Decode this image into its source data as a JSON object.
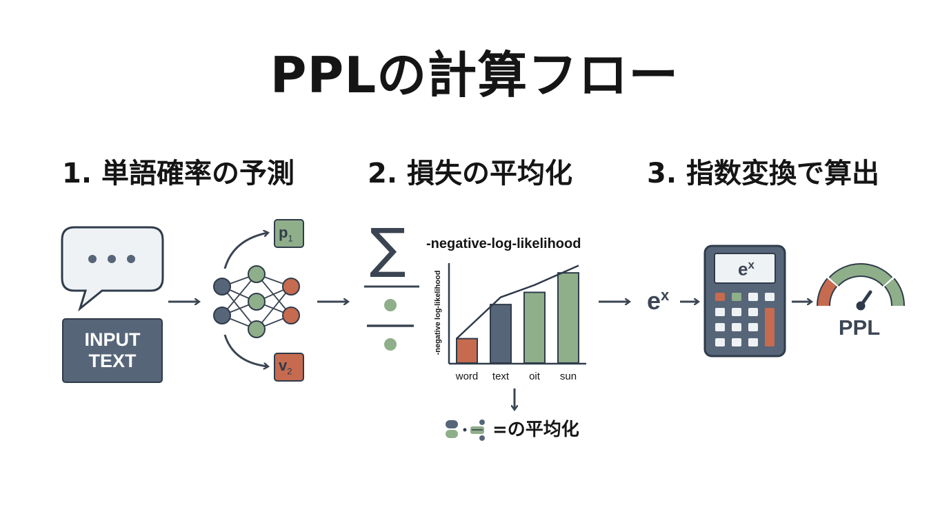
{
  "title": "PPLの計算フロー",
  "steps": [
    {
      "heading": "1. 単語確率の予測"
    },
    {
      "heading": "2. 損失の平均化"
    },
    {
      "heading": "3. 指数変換で算出"
    }
  ],
  "step1": {
    "bubble_dots": "...",
    "input_line1": "INPUT",
    "input_line2": "TEXT",
    "output_top": {
      "base": "p",
      "sub": "1"
    },
    "output_bottom": {
      "base": "v",
      "sub": "2"
    }
  },
  "step2": {
    "sum_symbol": "∑",
    "bottom_label": "=の平均化",
    "chart_data": {
      "type": "bar",
      "title": "-negative-log-likelihood",
      "ylabel": "-negative log-likelihood",
      "xlabel": "",
      "categories": [
        "word",
        "text",
        "oit",
        "sun"
      ],
      "values": [
        1.0,
        2.4,
        2.9,
        3.7
      ],
      "ylim": [
        0,
        4.1
      ],
      "bar_colors": [
        "#c66b4f",
        "#566578",
        "#8fae8a",
        "#8fae8a"
      ],
      "trend_line": [
        1.0,
        2.7,
        3.2,
        4.0
      ],
      "grid": false
    }
  },
  "step3": {
    "exp_base": "e",
    "exp_power": "x",
    "ppl_label": "PPL"
  },
  "colors": {
    "slate": "#566578",
    "dark": "#2f3b4a",
    "green": "#8fae8a",
    "red": "#c66b4f",
    "bubble_fill": "#eef2f5"
  },
  "icons": [
    "speech-bubble-icon",
    "neural-network-icon",
    "sigma-icon",
    "division-icon",
    "calculator-icon",
    "gauge-icon"
  ]
}
